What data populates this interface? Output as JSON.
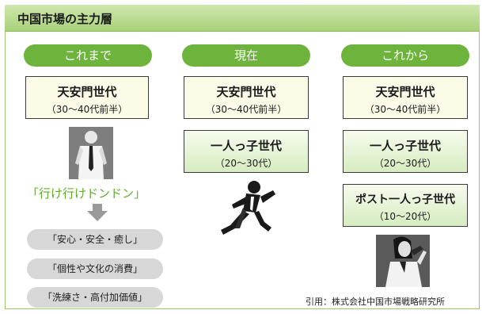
{
  "header": {
    "title": "中国市場の主力層"
  },
  "columns": [
    {
      "heading": "これまで",
      "boxes": [
        {
          "line1": "天安門世代",
          "line2": "（30〜40代前半）"
        }
      ],
      "slogan": "「行け行けドンドン」",
      "values": [
        "「安心・安全・癒し」",
        "「個性や文化の消費」",
        "「洗練さ・高付加価値」"
      ]
    },
    {
      "heading": "現在",
      "boxes": [
        {
          "line1": "天安門世代",
          "line2": "（30〜40代前半）"
        },
        {
          "line1": "一人っ子世代",
          "line2": "（20〜30代）"
        }
      ]
    },
    {
      "heading": "これから",
      "boxes": [
        {
          "line1": "天安門世代",
          "line2": "（30〜40代前半）"
        },
        {
          "line1": "一人っ子世代",
          "line2": "（20〜30代）"
        },
        {
          "line1": "ポスト一人っ子世代",
          "line2": "（10〜20代）"
        }
      ]
    }
  ],
  "citation": "引用：株式会社中国市場戦略研究所",
  "colors": {
    "accent_green": "#6eb43c",
    "slogan_green": "#5fae2a",
    "header_green": "#a9d27a",
    "value_gray": "#d7d7d7"
  },
  "icons": [
    "businessman-figure",
    "down-arrow-icon",
    "running-businessman-figure",
    "phone-woman-figure"
  ]
}
